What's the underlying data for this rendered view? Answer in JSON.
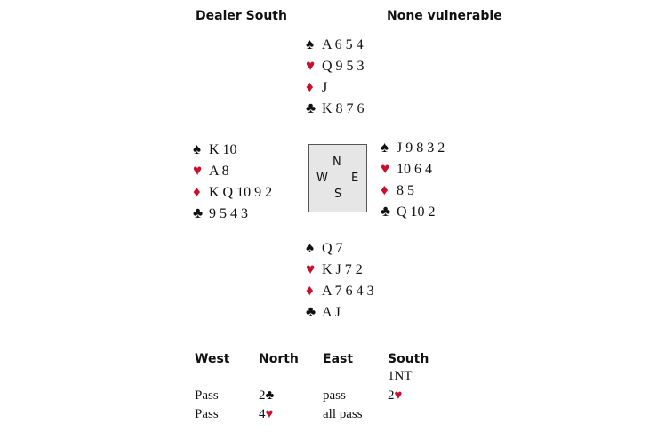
{
  "header": {
    "dealer": "Dealer South",
    "vulnerability": "None vulnerable"
  },
  "suits": {
    "spades": "♠",
    "hearts": "♥",
    "diamonds": "♦",
    "clubs": "♣"
  },
  "colors": {
    "red": "#c8102e",
    "black": "#111111"
  },
  "hands": {
    "north": {
      "spades": "A 6 5 4",
      "hearts": "Q 9 5 3",
      "diamonds": "J",
      "clubs": "K 8 7 6"
    },
    "west": {
      "spades": "K 10",
      "hearts": "A 8",
      "diamonds": "K Q 10 9 2",
      "clubs": "9 5 4 3"
    },
    "east": {
      "spades": "J 9 8 3 2",
      "hearts": "10 6 4",
      "diamonds": "8 5",
      "clubs": "Q 10 2"
    },
    "south": {
      "spades": "Q 7",
      "hearts": "K J 7 2",
      "diamonds": "A 7 6 4 3",
      "clubs": "A J"
    }
  },
  "compass": {
    "n": "N",
    "e": "E",
    "s": "S",
    "w": "W"
  },
  "auction": {
    "headers": [
      "West",
      "North",
      "East",
      "South"
    ],
    "rows": [
      [
        "",
        "",
        "",
        "1NT"
      ],
      [
        "Pass",
        "2",
        "pass",
        "2"
      ],
      [
        "Pass",
        "4",
        "all pass",
        ""
      ]
    ]
  }
}
